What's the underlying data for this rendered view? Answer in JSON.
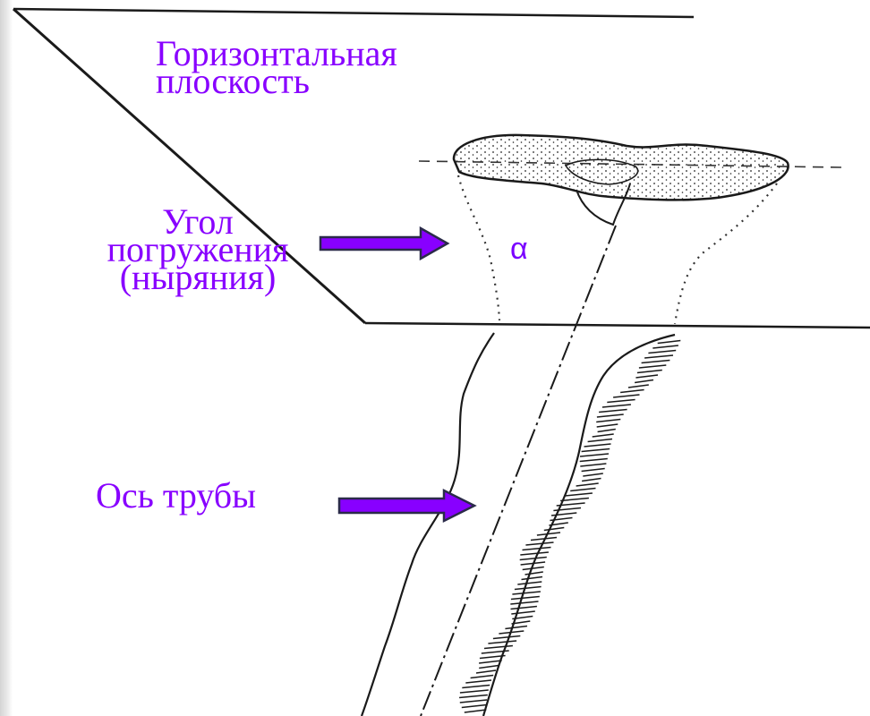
{
  "labels": {
    "horizontal_plane": [
      "Горизонтальная",
      "плоскость"
    ],
    "dip_angle": [
      "Угол",
      "погружения",
      "(ныряния)"
    ],
    "pipe_axis": "Ось трубы",
    "angle_symbol": "α"
  },
  "colors": {
    "label_text": "#8800ff",
    "arrow_fill": "#8800ff",
    "arrow_outline": "#2b2b4a",
    "alpha_text": "#7a00ff",
    "drawing_ink": "#1a1a1a"
  }
}
